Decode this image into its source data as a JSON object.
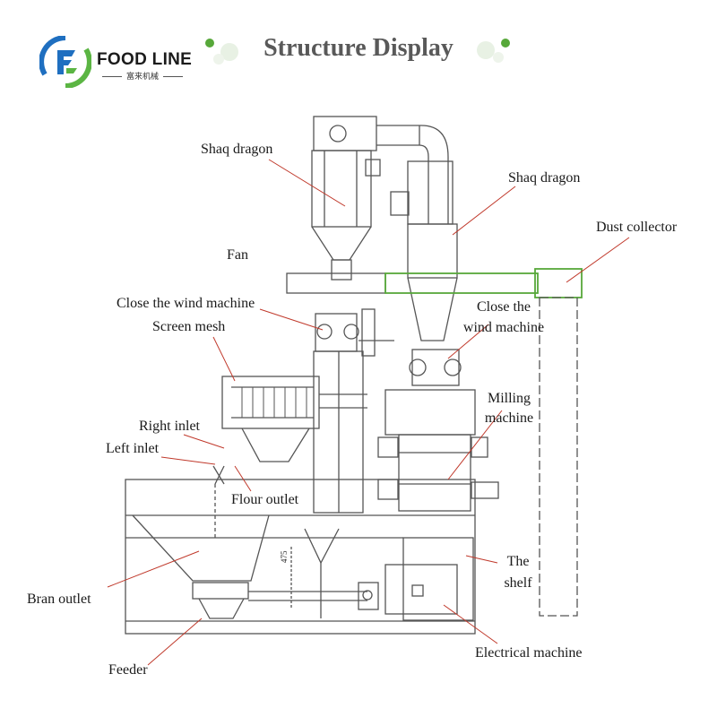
{
  "brand": {
    "name": "FOOD LINE",
    "subtitle": "富来机械"
  },
  "header": {
    "title": "Structure Display"
  },
  "colors": {
    "accent_green": "#57a83a",
    "brand_blue": "#1f6fc0",
    "brand_green": "#5bb543",
    "line": "#555555",
    "leader": "#c0392b"
  },
  "labels": {
    "shaq_dragon_left": "Shaq dragon",
    "shaq_dragon_right": "Shaq dragon",
    "dust_collector": "Dust collector",
    "fan": "Fan",
    "close_wind_left": "Close the wind machine",
    "close_wind_right_1": "Close the",
    "close_wind_right_2": "wind machine",
    "screen_mesh": "Screen mesh",
    "milling_1": "Milling",
    "milling_2": "machine",
    "right_inlet": "Right inlet",
    "left_inlet": "Left inlet",
    "flour_outlet": "Flour outlet",
    "the_shelf_1": "The",
    "the_shelf_2": "shelf",
    "bran_outlet": "Bran outlet",
    "feeder": "Feeder",
    "electrical_machine": "Electrical machine",
    "dimension": "475"
  }
}
